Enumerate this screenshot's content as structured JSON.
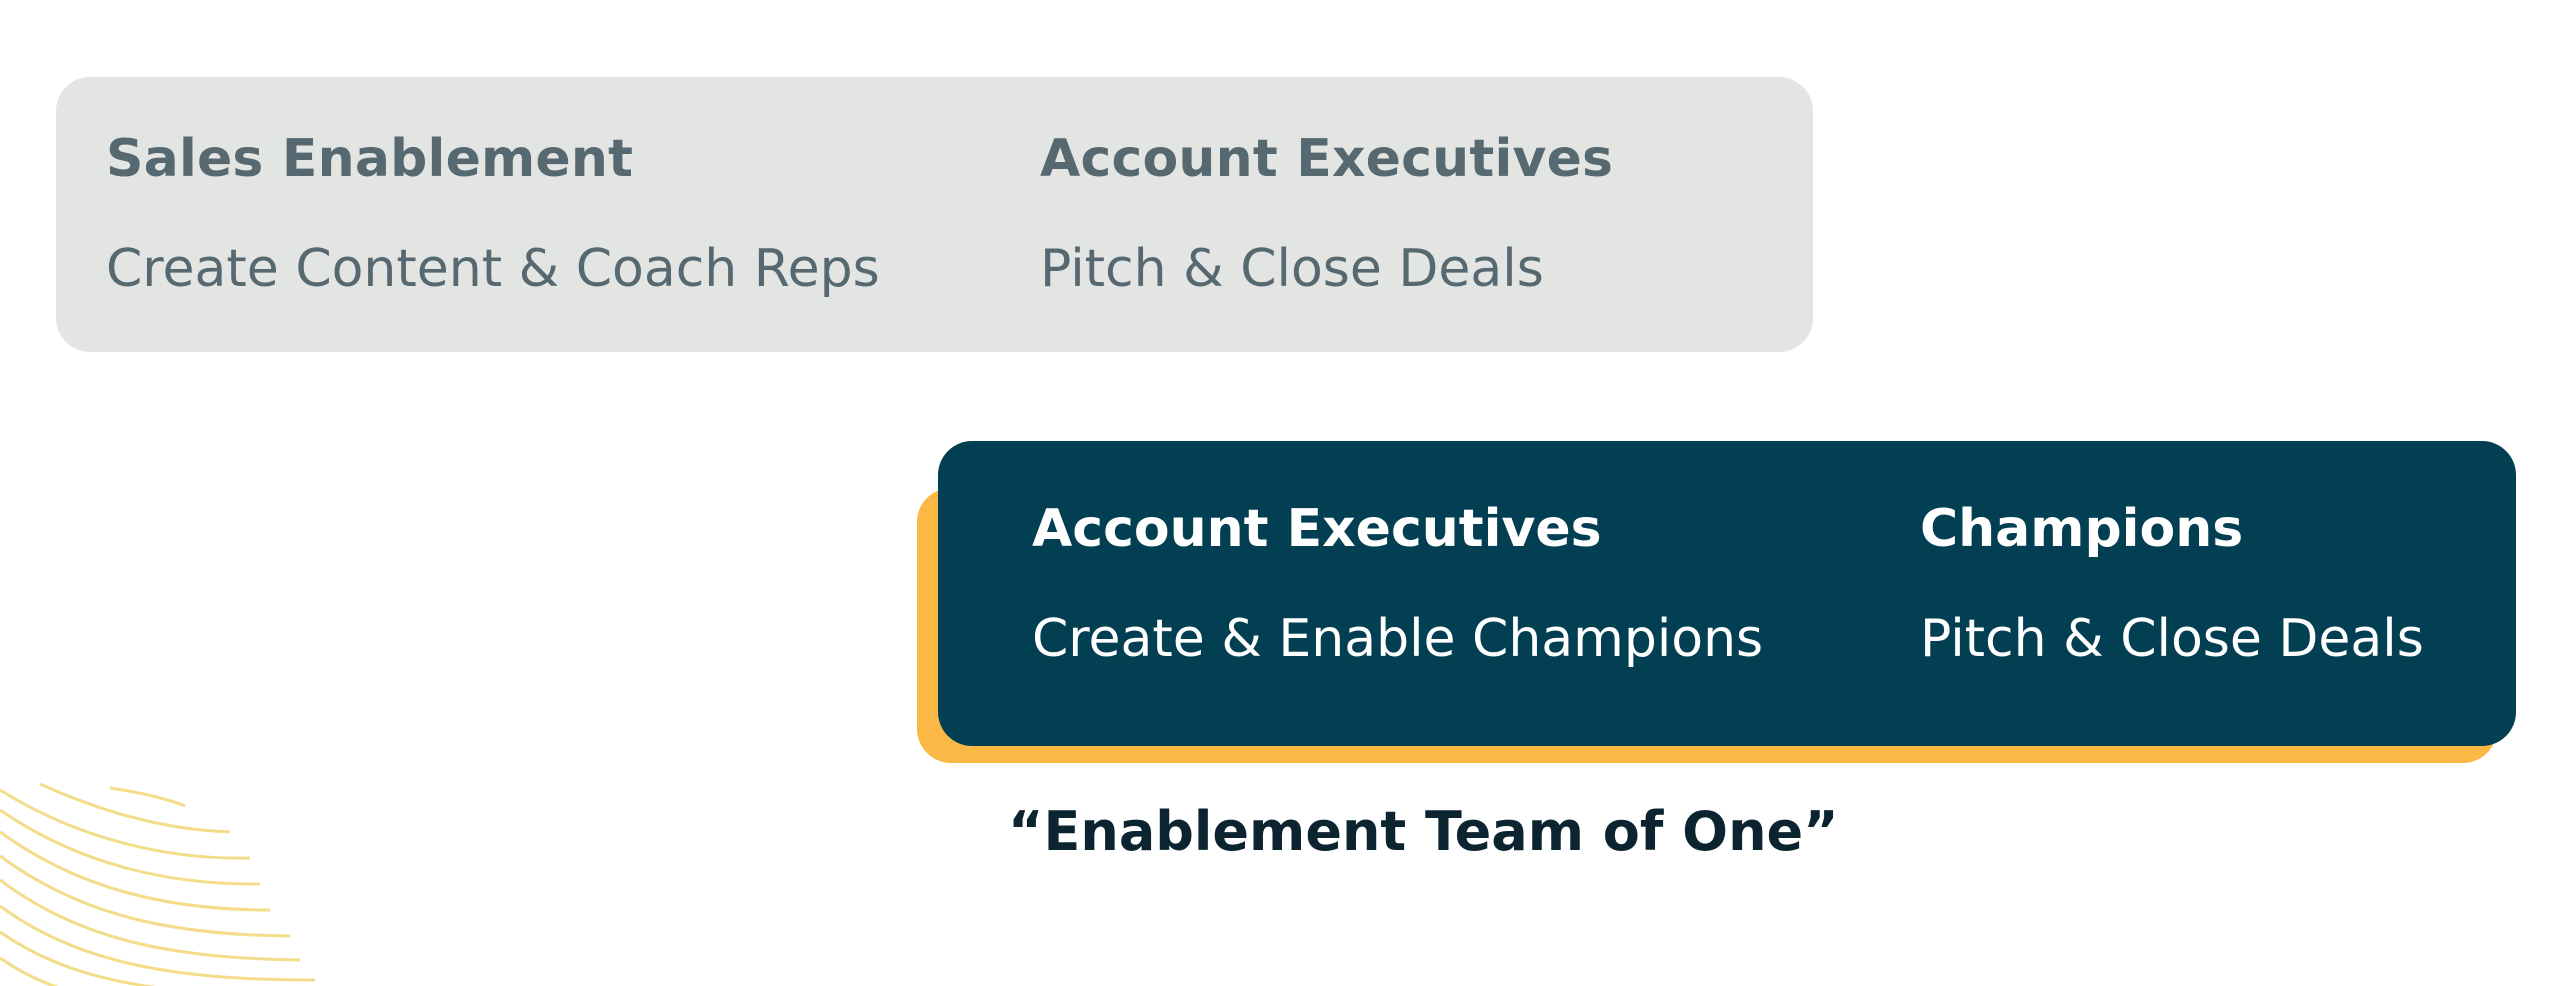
{
  "top_card": {
    "left": {
      "heading": "Sales Enablement",
      "sub": "Create Content & Coach Reps"
    },
    "right": {
      "heading": "Account Executives",
      "sub": "Pitch & Close Deals"
    }
  },
  "bottom_card": {
    "left": {
      "heading": "Account Executives",
      "sub": "Create & Enable Champions"
    },
    "right": {
      "heading": "Champions",
      "sub": "Pitch & Close Deals"
    }
  },
  "caption": "“Enablement Team of One”",
  "colors": {
    "top_card_bg": "#e3e5e3",
    "top_card_text": "#566870",
    "bottom_card_bg": "#023f52",
    "bottom_card_text": "#ffffff",
    "accent_shadow": "#fbb845",
    "caption_text": "#0c2430",
    "wave_lines": "#f3dc8a"
  },
  "decoration": "wave-lines-icon"
}
